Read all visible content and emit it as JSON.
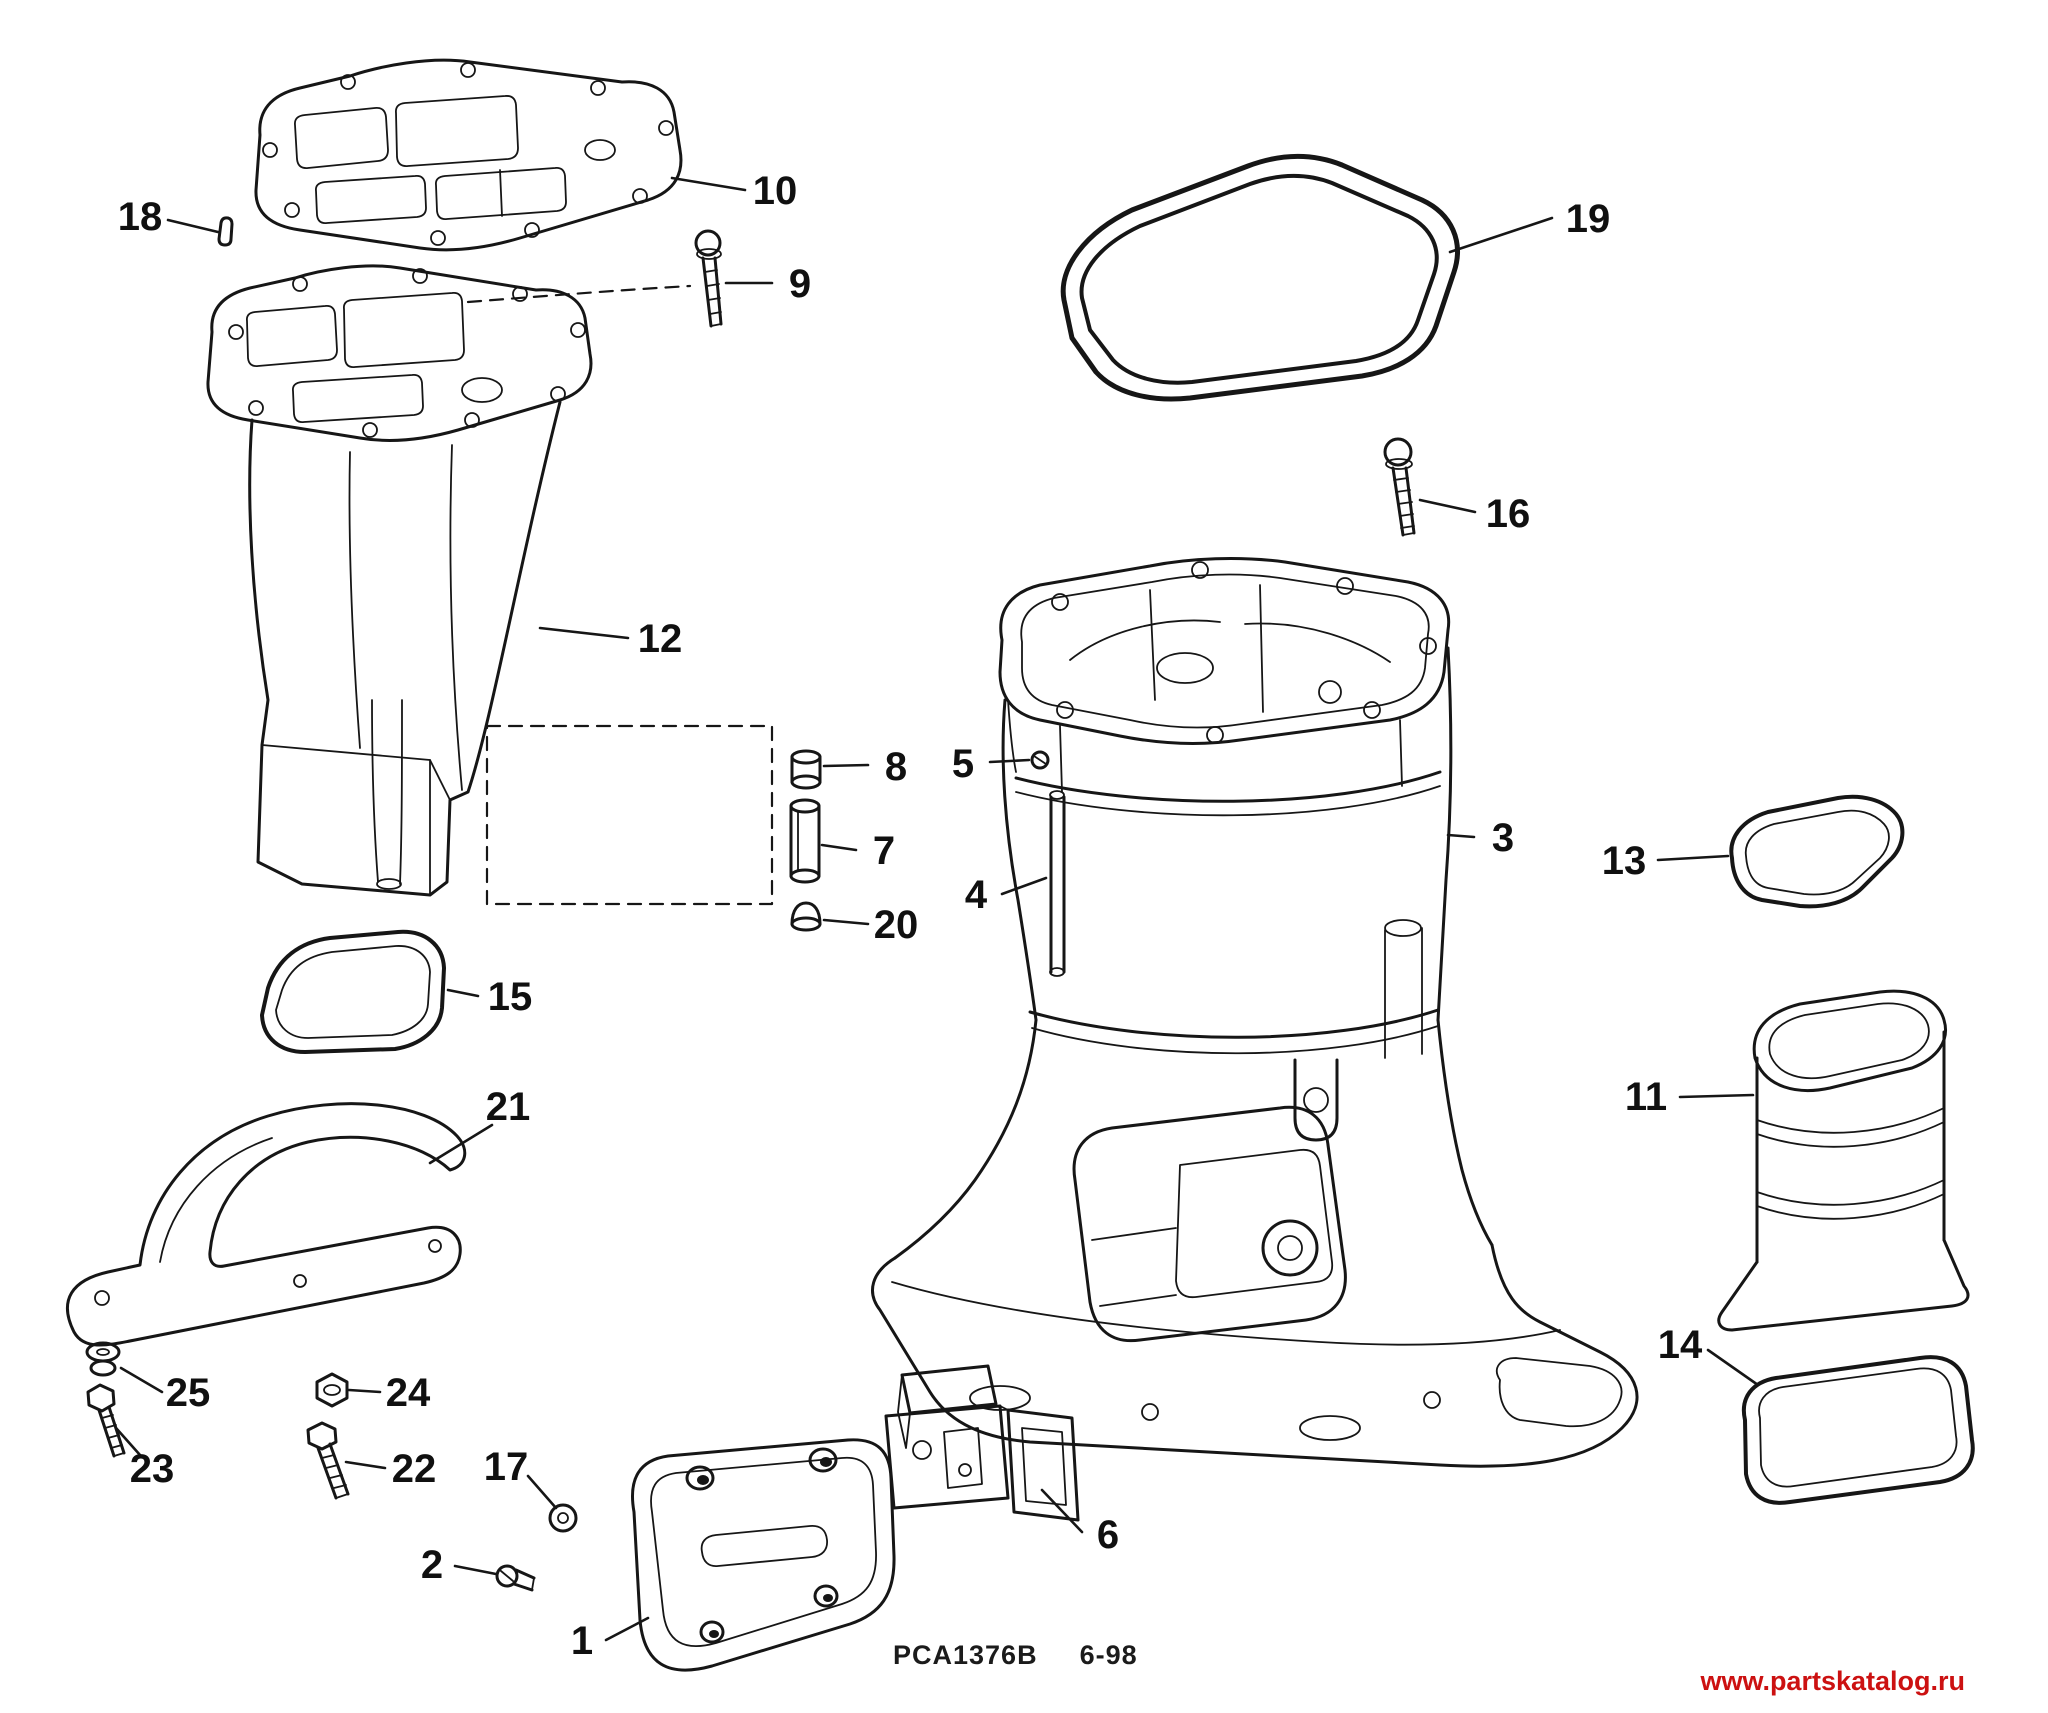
{
  "diagram": {
    "type": "exploded-parts-diagram",
    "callouts": {
      "n1": {
        "label": "1"
      },
      "n2": {
        "label": "2"
      },
      "n3": {
        "label": "3"
      },
      "n4": {
        "label": "4"
      },
      "n5": {
        "label": "5"
      },
      "n6": {
        "label": "6"
      },
      "n7": {
        "label": "7"
      },
      "n8": {
        "label": "8"
      },
      "n9": {
        "label": "9"
      },
      "n10": {
        "label": "10"
      },
      "n11": {
        "label": "11"
      },
      "n12": {
        "label": "12"
      },
      "n13": {
        "label": "13"
      },
      "n14": {
        "label": "14"
      },
      "n15": {
        "label": "15"
      },
      "n16": {
        "label": "16"
      },
      "n17": {
        "label": "17"
      },
      "n18": {
        "label": "18"
      },
      "n19": {
        "label": "19"
      },
      "n20": {
        "label": "20"
      },
      "n21": {
        "label": "21"
      },
      "n22": {
        "label": "22"
      },
      "n23": {
        "label": "23"
      },
      "n24": {
        "label": "24"
      },
      "n25": {
        "label": "25"
      }
    },
    "footer": {
      "drawing_code": "PCA1376B",
      "revision_date": "6-98",
      "watermark": "www.partskatalog.ru"
    },
    "colors": {
      "line": "#161616",
      "watermark": "#cc1111",
      "background": "#ffffff"
    }
  }
}
